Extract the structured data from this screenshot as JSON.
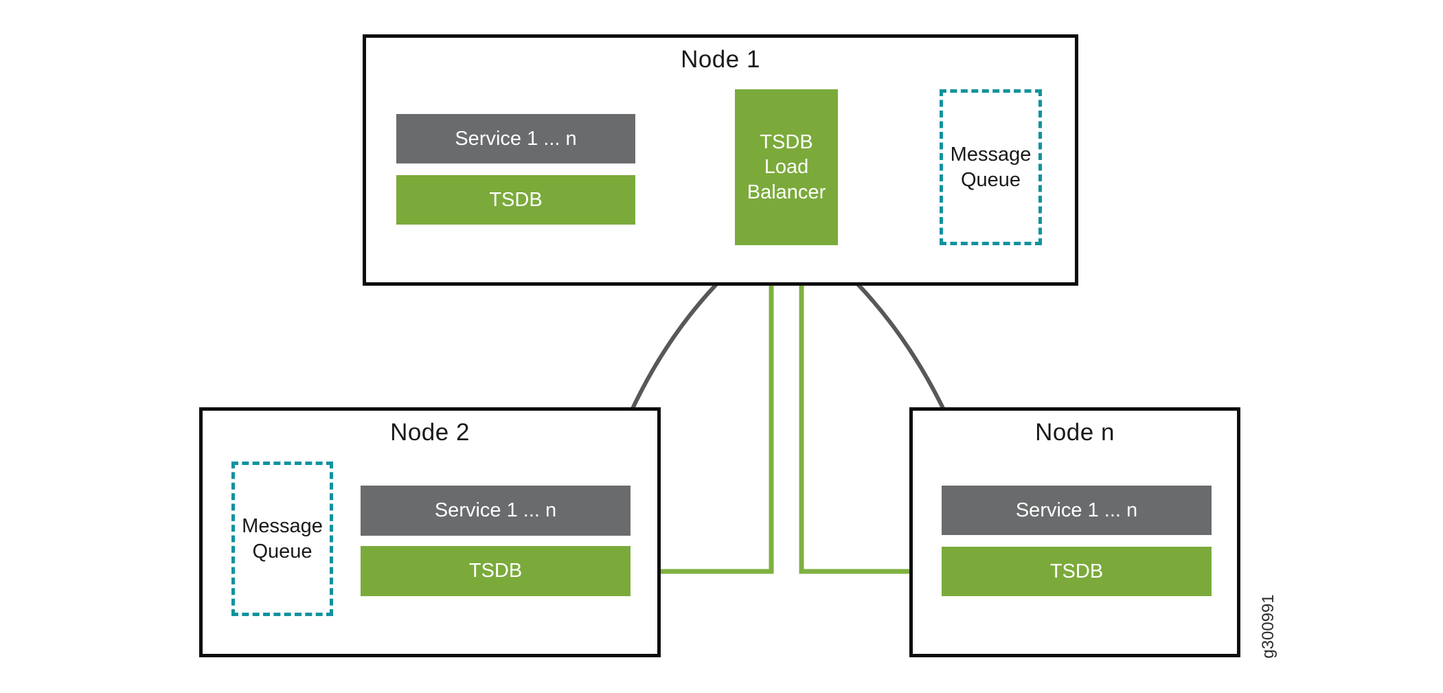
{
  "figure_label": "g300991",
  "colors": {
    "box_green": "#7baa3b",
    "arrow_green": "#7fb142",
    "box_gray": "#6a6b6d",
    "arrow_gray": "#58585a",
    "queue_teal": "#10929f",
    "node_border_black": "#0d0d0d",
    "label_white": "#ffffff",
    "text_black": "#1a1a1a"
  },
  "nodes": [
    {
      "id": "node1",
      "title": "Node 1",
      "service_label": "Service 1 ... n",
      "tsdb_label": "TSDB",
      "load_balancer_label": "TSDB Load Balancer",
      "message_queue_label": "Message Queue"
    },
    {
      "id": "node2",
      "title": "Node 2",
      "service_label": "Service 1 ... n",
      "tsdb_label": "TSDB",
      "message_queue_label": "Message Queue"
    },
    {
      "id": "noden",
      "title": "Node n",
      "service_label": "Service 1 ... n",
      "tsdb_label": "TSDB"
    }
  ],
  "arrows": [
    {
      "from": "node1-service",
      "to": "node1-load-balancer",
      "color": "gray",
      "bidirectional": true,
      "shape": "straight"
    },
    {
      "from": "node1-tsdb",
      "to": "node1-load-balancer",
      "color": "green",
      "bidirectional": true,
      "shape": "straight"
    },
    {
      "from": "node1-load-balancer",
      "to": "node2-service",
      "color": "gray",
      "bidirectional": true,
      "shape": "curve"
    },
    {
      "from": "node1-load-balancer",
      "to": "node2-tsdb",
      "color": "green",
      "bidirectional": true,
      "shape": "elbow"
    },
    {
      "from": "node1-load-balancer",
      "to": "noden-tsdb",
      "color": "green",
      "bidirectional": true,
      "shape": "elbow"
    },
    {
      "from": "node1-load-balancer",
      "to": "noden-service",
      "color": "gray",
      "bidirectional": true,
      "shape": "curve"
    }
  ]
}
